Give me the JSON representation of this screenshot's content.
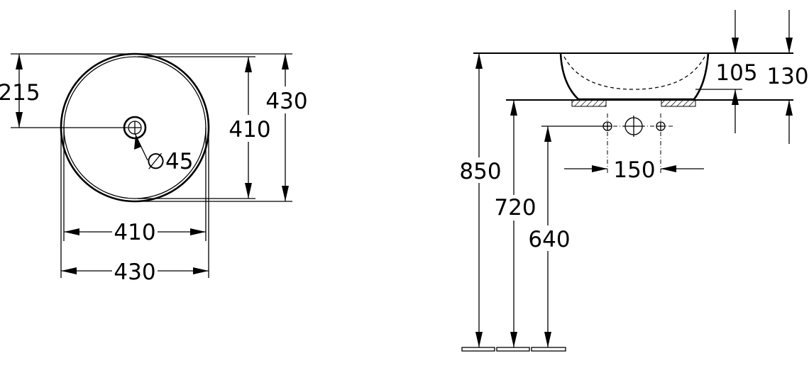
{
  "top_view": {
    "radius_offset": "215",
    "inner_height": "410",
    "outer_height": "430",
    "drain_diameter": "∅45",
    "inner_width": "410",
    "outer_width": "430"
  },
  "side_view": {
    "bowl_depth": "105",
    "total_depth": "130",
    "faucet_spacing": "150",
    "rim_height": "850",
    "base_height": "720",
    "pipe_height": "640"
  }
}
